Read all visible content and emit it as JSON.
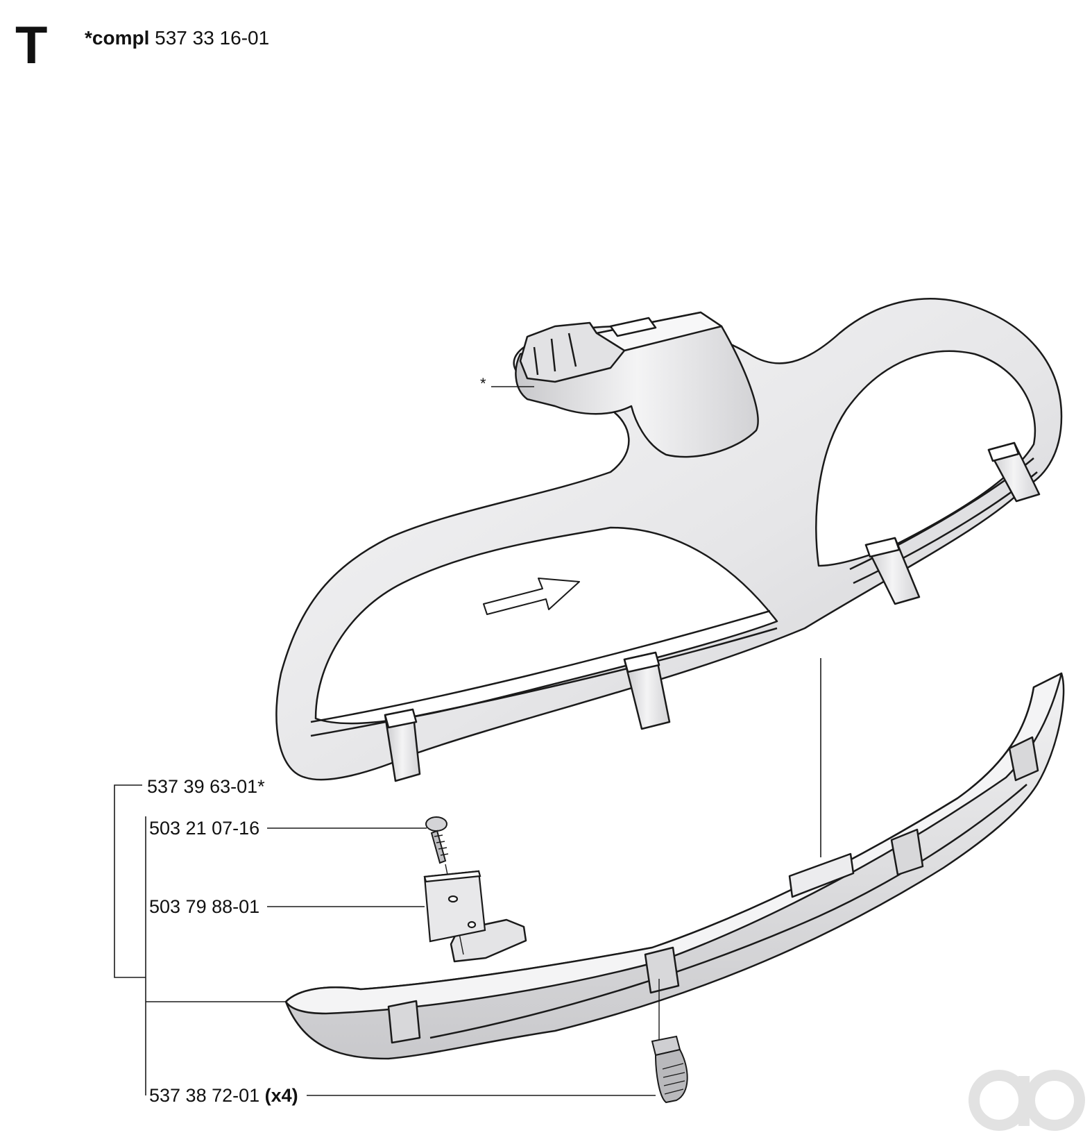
{
  "section": {
    "letter": "T"
  },
  "header": {
    "prefix": "*compl",
    "part_number": "537 33 16-01"
  },
  "marker": "*",
  "parts": [
    {
      "number": "537 39 63-01*",
      "qty": ""
    },
    {
      "number": "503 21 07-16",
      "qty": ""
    },
    {
      "number": "503 79 88-01",
      "qty": ""
    },
    {
      "number": "537 38 72-01",
      "qty": "(x4)"
    }
  ],
  "colors": {
    "line": "#1a1a1a",
    "fill_light": "#eeeeef",
    "fill_mid": "#d9d9db",
    "fill_dark": "#b9b9bc",
    "watermark": "#e2e2e2"
  },
  "watermark": {
    "icon": "ao-logo-icon"
  }
}
